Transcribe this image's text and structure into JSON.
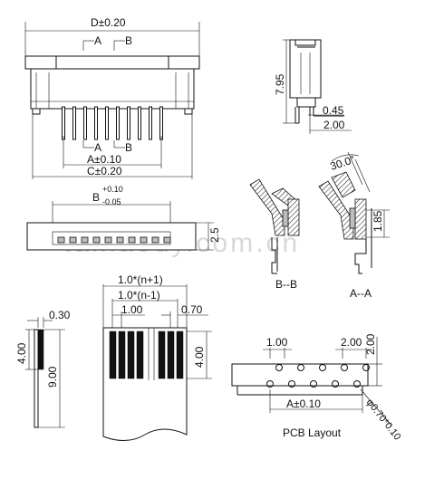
{
  "watermark": "taihaody.com.cn",
  "top_view": {
    "dim_d": "D±0.20",
    "section_a": "A",
    "section_b": "B",
    "dim_a": "A±0.10",
    "dim_c": "C±0.20"
  },
  "front_view": {
    "dim_b": "B",
    "dim_b_plus": "+0.10",
    "dim_b_minus": "-0.05",
    "dim_height": "2.5"
  },
  "side_view": {
    "dim_height": "7.95",
    "dim_pin": "0.45",
    "dim_foot": "2.00"
  },
  "sections": {
    "angle": "30.0°",
    "dim_185": "1.85",
    "label_bb": "B--B",
    "label_aa": "A--A"
  },
  "fpc": {
    "dim_n_plus": "1.0*(n+1)",
    "dim_n_minus": "1.0*(n-1)",
    "dim_pitch": "1.00",
    "dim_width": "0.70",
    "dim_thickness": "0.30",
    "dim_stiff": "4.00",
    "dim_total": "9.00",
    "dim_contact": "4.00"
  },
  "pcb": {
    "dim_pitch": "1.00",
    "dim_offset": "2.00",
    "dim_row": "2.00",
    "dim_a": "A±0.10",
    "dim_hole": "φ0.70*0.10",
    "label": "PCB Layout"
  }
}
